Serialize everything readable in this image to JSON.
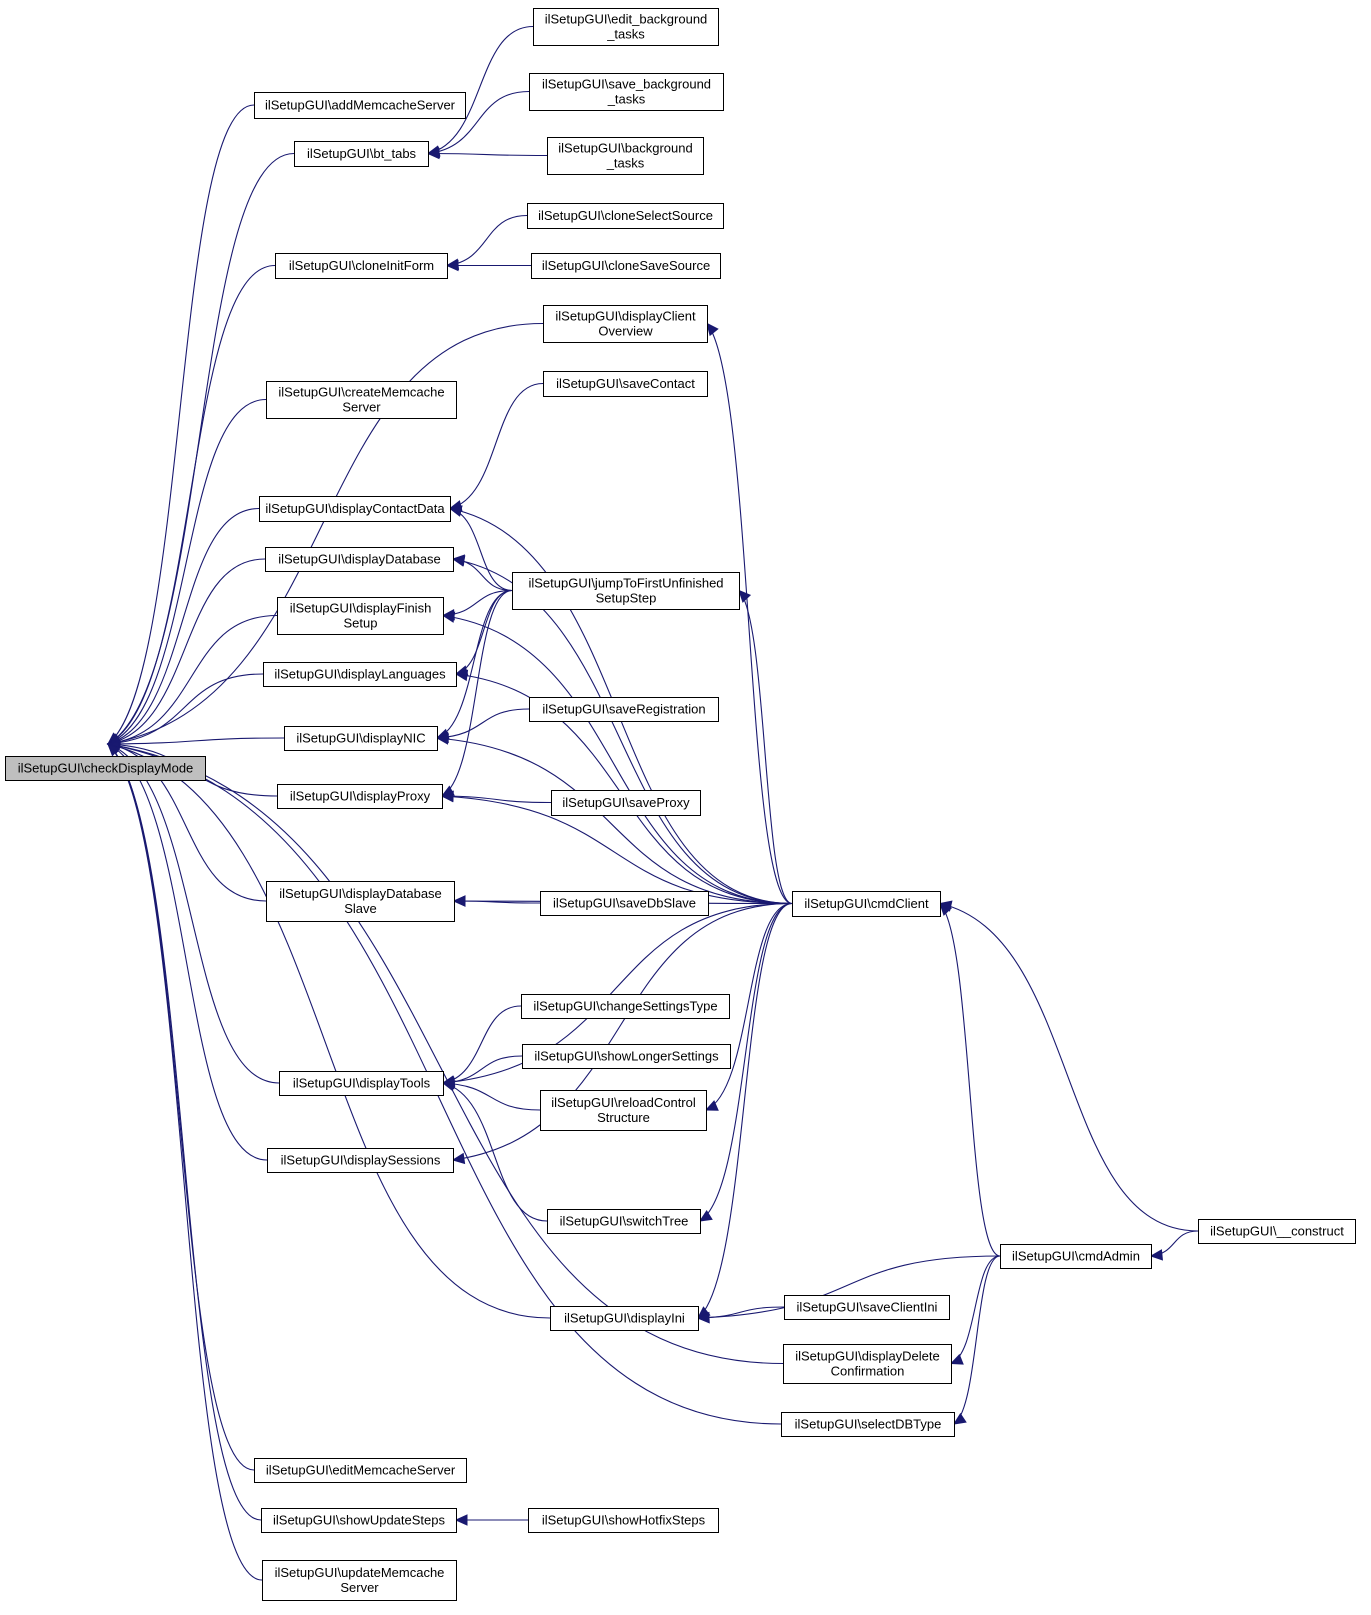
{
  "diagram": {
    "nodes": [
      {
        "id": "checkDisplayMode",
        "lines": [
          "ilSetupGUI\\checkDisplayMode"
        ],
        "root": true
      },
      {
        "id": "addMemcacheServer",
        "lines": [
          "ilSetupGUI\\addMemcacheServer"
        ]
      },
      {
        "id": "bt_tabs",
        "lines": [
          "ilSetupGUI\\bt_tabs"
        ]
      },
      {
        "id": "edit_background_tasks",
        "lines": [
          "ilSetupGUI\\edit_background",
          "_tasks"
        ]
      },
      {
        "id": "save_background_tasks",
        "lines": [
          "ilSetupGUI\\save_background",
          "_tasks"
        ]
      },
      {
        "id": "background_tasks",
        "lines": [
          "ilSetupGUI\\background",
          "_tasks"
        ]
      },
      {
        "id": "cloneInitForm",
        "lines": [
          "ilSetupGUI\\cloneInitForm"
        ]
      },
      {
        "id": "cloneSelectSource",
        "lines": [
          "ilSetupGUI\\cloneSelectSource"
        ]
      },
      {
        "id": "cloneSaveSource",
        "lines": [
          "ilSetupGUI\\cloneSaveSource"
        ]
      },
      {
        "id": "displayClientOverview",
        "lines": [
          "ilSetupGUI\\displayClient",
          "Overview"
        ]
      },
      {
        "id": "createMemcacheServer",
        "lines": [
          "ilSetupGUI\\createMemcache",
          "Server"
        ]
      },
      {
        "id": "saveContact",
        "lines": [
          "ilSetupGUI\\saveContact"
        ]
      },
      {
        "id": "displayContactData",
        "lines": [
          "ilSetupGUI\\displayContactData"
        ]
      },
      {
        "id": "displayDatabase",
        "lines": [
          "ilSetupGUI\\displayDatabase"
        ]
      },
      {
        "id": "jumpToFirstUnfinishedSetupStep",
        "lines": [
          "ilSetupGUI\\jumpToFirstUnfinished",
          "SetupStep"
        ]
      },
      {
        "id": "displayFinishSetup",
        "lines": [
          "ilSetupGUI\\displayFinish",
          "Setup"
        ]
      },
      {
        "id": "displayLanguages",
        "lines": [
          "ilSetupGUI\\displayLanguages"
        ]
      },
      {
        "id": "saveRegistration",
        "lines": [
          "ilSetupGUI\\saveRegistration"
        ]
      },
      {
        "id": "displayNIC",
        "lines": [
          "ilSetupGUI\\displayNIC"
        ]
      },
      {
        "id": "displayProxy",
        "lines": [
          "ilSetupGUI\\displayProxy"
        ]
      },
      {
        "id": "saveProxy",
        "lines": [
          "ilSetupGUI\\saveProxy"
        ]
      },
      {
        "id": "displayDatabaseSlave",
        "lines": [
          "ilSetupGUI\\displayDatabase",
          "Slave"
        ]
      },
      {
        "id": "saveDbSlave",
        "lines": [
          "ilSetupGUI\\saveDbSlave"
        ]
      },
      {
        "id": "cmdClient",
        "lines": [
          "ilSetupGUI\\cmdClient"
        ]
      },
      {
        "id": "changeSettingsType",
        "lines": [
          "ilSetupGUI\\changeSettingsType"
        ]
      },
      {
        "id": "showLongerSettings",
        "lines": [
          "ilSetupGUI\\showLongerSettings"
        ]
      },
      {
        "id": "displayTools",
        "lines": [
          "ilSetupGUI\\displayTools"
        ]
      },
      {
        "id": "reloadControlStructure",
        "lines": [
          "ilSetupGUI\\reloadControl",
          "Structure"
        ]
      },
      {
        "id": "displaySessions",
        "lines": [
          "ilSetupGUI\\displaySessions"
        ]
      },
      {
        "id": "switchTree",
        "lines": [
          "ilSetupGUI\\switchTree"
        ]
      },
      {
        "id": "construct",
        "lines": [
          "ilSetupGUI\\__construct"
        ]
      },
      {
        "id": "cmdAdmin",
        "lines": [
          "ilSetupGUI\\cmdAdmin"
        ]
      },
      {
        "id": "displayIni",
        "lines": [
          "ilSetupGUI\\displayIni"
        ]
      },
      {
        "id": "saveClientIni",
        "lines": [
          "ilSetupGUI\\saveClientIni"
        ]
      },
      {
        "id": "displayDeleteConfirmation",
        "lines": [
          "ilSetupGUI\\displayDelete",
          "Confirmation"
        ]
      },
      {
        "id": "selectDBType",
        "lines": [
          "ilSetupGUI\\selectDBType"
        ]
      },
      {
        "id": "editMemcacheServer",
        "lines": [
          "ilSetupGUI\\editMemcacheServer"
        ]
      },
      {
        "id": "showUpdateSteps",
        "lines": [
          "ilSetupGUI\\showUpdateSteps"
        ]
      },
      {
        "id": "showHotfixSteps",
        "lines": [
          "ilSetupGUI\\showHotfixSteps"
        ]
      },
      {
        "id": "updateMemcacheServer",
        "lines": [
          "ilSetupGUI\\updateMemcache",
          "Server"
        ]
      }
    ],
    "edges": [
      {
        "from": "addMemcacheServer",
        "to": "checkDisplayMode"
      },
      {
        "from": "bt_tabs",
        "to": "checkDisplayMode"
      },
      {
        "from": "cloneInitForm",
        "to": "checkDisplayMode"
      },
      {
        "from": "createMemcacheServer",
        "to": "checkDisplayMode"
      },
      {
        "from": "displayClientOverview",
        "to": "checkDisplayMode"
      },
      {
        "from": "displayContactData",
        "to": "checkDisplayMode"
      },
      {
        "from": "displayDatabase",
        "to": "checkDisplayMode"
      },
      {
        "from": "displayFinishSetup",
        "to": "checkDisplayMode"
      },
      {
        "from": "displayLanguages",
        "to": "checkDisplayMode"
      },
      {
        "from": "displayNIC",
        "to": "checkDisplayMode"
      },
      {
        "from": "displayProxy",
        "to": "checkDisplayMode"
      },
      {
        "from": "displayDatabaseSlave",
        "to": "checkDisplayMode"
      },
      {
        "from": "displayTools",
        "to": "checkDisplayMode"
      },
      {
        "from": "displaySessions",
        "to": "checkDisplayMode"
      },
      {
        "from": "displayIni",
        "to": "checkDisplayMode"
      },
      {
        "from": "displayDeleteConfirmation",
        "to": "checkDisplayMode"
      },
      {
        "from": "selectDBType",
        "to": "checkDisplayMode"
      },
      {
        "from": "editMemcacheServer",
        "to": "checkDisplayMode"
      },
      {
        "from": "showUpdateSteps",
        "to": "checkDisplayMode"
      },
      {
        "from": "updateMemcacheServer",
        "to": "checkDisplayMode"
      },
      {
        "from": "edit_background_tasks",
        "to": "bt_tabs"
      },
      {
        "from": "save_background_tasks",
        "to": "bt_tabs"
      },
      {
        "from": "background_tasks",
        "to": "bt_tabs"
      },
      {
        "from": "cloneSelectSource",
        "to": "cloneInitForm"
      },
      {
        "from": "cloneSaveSource",
        "to": "cloneInitForm"
      },
      {
        "from": "cmdClient",
        "to": "displayClientOverview"
      },
      {
        "from": "saveContact",
        "to": "displayContactData"
      },
      {
        "from": "cmdClient",
        "to": "displayContactData"
      },
      {
        "from": "jumpToFirstUnfinishedSetupStep",
        "to": "displayContactData"
      },
      {
        "from": "cmdClient",
        "to": "displayDatabase"
      },
      {
        "from": "jumpToFirstUnfinishedSetupStep",
        "to": "displayDatabase"
      },
      {
        "from": "cmdClient",
        "to": "displayFinishSetup"
      },
      {
        "from": "jumpToFirstUnfinishedSetupStep",
        "to": "displayFinishSetup"
      },
      {
        "from": "cmdClient",
        "to": "displayLanguages"
      },
      {
        "from": "jumpToFirstUnfinishedSetupStep",
        "to": "displayLanguages"
      },
      {
        "from": "jumpToFirstUnfinishedSetupStep",
        "to": "displayNIC"
      },
      {
        "from": "saveRegistration",
        "to": "displayNIC"
      },
      {
        "from": "cmdClient",
        "to": "displayNIC"
      },
      {
        "from": "jumpToFirstUnfinishedSetupStep",
        "to": "displayProxy"
      },
      {
        "from": "saveProxy",
        "to": "displayProxy"
      },
      {
        "from": "cmdClient",
        "to": "displayProxy"
      },
      {
        "from": "cmdClient",
        "to": "jumpToFirstUnfinishedSetupStep"
      },
      {
        "from": "saveDbSlave",
        "to": "displayDatabaseSlave"
      },
      {
        "from": "cmdClient",
        "to": "displayDatabaseSlave"
      },
      {
        "from": "changeSettingsType",
        "to": "displayTools"
      },
      {
        "from": "showLongerSettings",
        "to": "displayTools"
      },
      {
        "from": "reloadControlStructure",
        "to": "displayTools"
      },
      {
        "from": "switchTree",
        "to": "displayTools"
      },
      {
        "from": "cmdClient",
        "to": "displayTools"
      },
      {
        "from": "cmdClient",
        "to": "reloadControlStructure"
      },
      {
        "from": "cmdClient",
        "to": "switchTree"
      },
      {
        "from": "cmdClient",
        "to": "displaySessions"
      },
      {
        "from": "cmdClient",
        "to": "displayIni"
      },
      {
        "from": "saveClientIni",
        "to": "displayIni"
      },
      {
        "from": "cmdAdmin",
        "to": "displayIni"
      },
      {
        "from": "cmdAdmin",
        "to": "cmdClient"
      },
      {
        "from": "construct",
        "to": "cmdClient"
      },
      {
        "from": "construct",
        "to": "cmdAdmin"
      },
      {
        "from": "cmdAdmin",
        "to": "displayDeleteConfirmation"
      },
      {
        "from": "cmdAdmin",
        "to": "selectDBType"
      },
      {
        "from": "showHotfixSteps",
        "to": "showUpdateSteps"
      }
    ],
    "colors": {
      "edge": "#191970",
      "root_fill": "#bfbfbf",
      "node_fill": "#ffffff",
      "border": "#000000"
    }
  }
}
